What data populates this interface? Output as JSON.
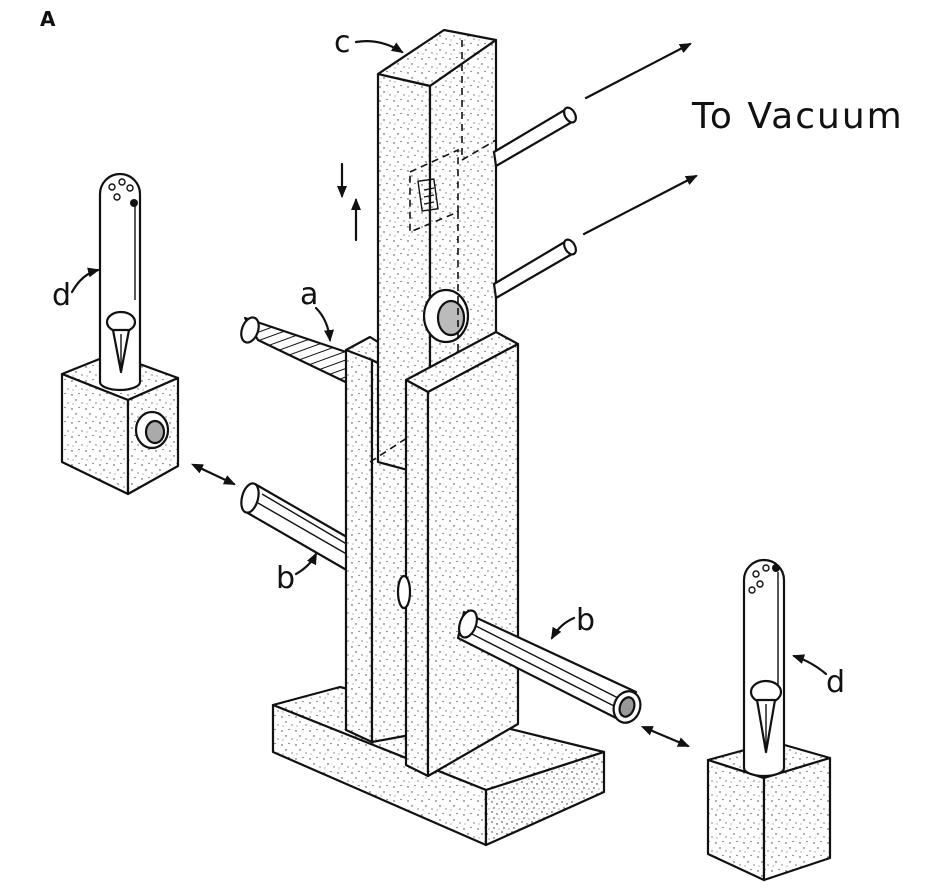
{
  "figure": {
    "panel_label": "A",
    "vacuum_label": "To Vacuum",
    "labels": {
      "a": "a",
      "b_left": "b",
      "b_right": "b",
      "c": "c",
      "d_left": "d",
      "d_right": "d"
    }
  }
}
